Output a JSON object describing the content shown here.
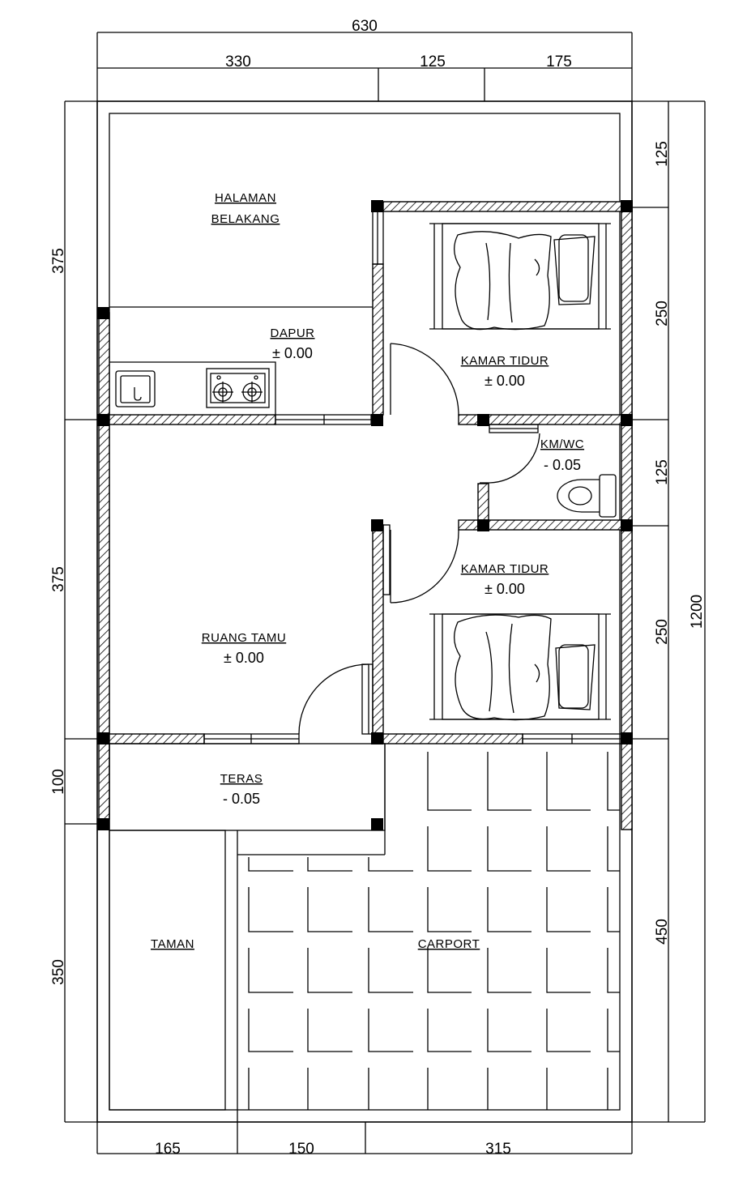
{
  "dimensions": {
    "top_total": "630",
    "top_segments": [
      "330",
      "125",
      "175"
    ],
    "bottom_segments": [
      "165",
      "150",
      "315"
    ],
    "left_segments": [
      "375",
      "375",
      "100",
      "350"
    ],
    "right_segments": [
      "125",
      "250",
      "125",
      "250",
      "450"
    ],
    "right_total": "1200"
  },
  "rooms": {
    "halaman_line1": "HALAMAN",
    "halaman_line2": "BELAKANG",
    "dapur_name": "DAPUR",
    "dapur_elev": "± 0.00",
    "kamar1_name": "KAMAR TIDUR",
    "kamar1_elev": "± 0.00",
    "kmwc_name": "KM/WC",
    "kmwc_elev": "- 0.05",
    "kamar2_name": "KAMAR TIDUR",
    "kamar2_elev": "± 0.00",
    "ruang_tamu_name": "RUANG TAMU",
    "ruang_tamu_elev": "± 0.00",
    "teras_name": "TERAS",
    "teras_elev": "- 0.05",
    "taman_name": "TAMAN",
    "carport_name": "CARPORT"
  },
  "fixtures": [
    "sink-icon",
    "stove-icon",
    "toilet-icon",
    "bed-icon",
    "pillow-icon"
  ]
}
